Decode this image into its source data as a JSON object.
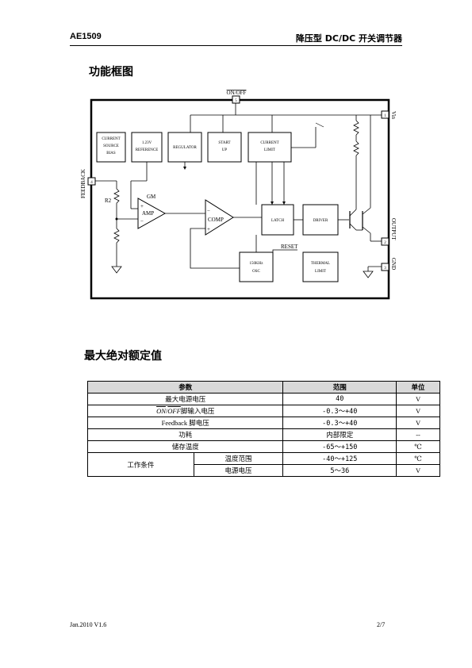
{
  "header": {
    "left": "AE1509",
    "right": "降压型 DC/DC 开关调节器"
  },
  "section1": {
    "title": "功能框图"
  },
  "diagram": {
    "pins": {
      "p1": "1",
      "p2": "2",
      "p3": "3",
      "p4": "4",
      "p5": "5"
    },
    "pin_labels": {
      "onoff": "ON/OFF",
      "vin": "Vin",
      "feedback": "FEEDBACK",
      "output": "OUTPUT",
      "gnd": "GND"
    },
    "blocks": {
      "current_source_bias": [
        "CURRENT",
        "SOURCE",
        "BIAS"
      ],
      "reference": [
        "1.23V",
        "REFERENCE"
      ],
      "regulator": [
        "REGULATOR"
      ],
      "start_up": [
        "START",
        "UP"
      ],
      "current_limit": [
        "CURRENT",
        "LIMIT"
      ],
      "latch": [
        "LATCH"
      ],
      "driver": [
        "DRIVER"
      ],
      "osc": [
        "150KHz",
        "OSC"
      ],
      "thermal_limit": [
        "THERMAL",
        "LIMIT"
      ]
    },
    "labels": {
      "r2": "R2",
      "gm": "GM",
      "amp": "AMP",
      "comp": "COMP",
      "reset": "RESET",
      "plus": "+",
      "minus": "−"
    }
  },
  "section2": {
    "title": "最大绝对额定值"
  },
  "table": {
    "headers": [
      "参数",
      "范围",
      "单位"
    ],
    "rows": [
      {
        "param": "最大电源电压",
        "range": "40",
        "unit": "V"
      },
      {
        "param_on": "ON",
        "param_sep": "/",
        "param_off": "OFF",
        "param_tail": "脚输入电压",
        "range": "-0.3～+40",
        "unit": "V"
      },
      {
        "param": "Feedback 脚电压",
        "range": "-0.3～+40",
        "unit": "V"
      },
      {
        "param": "功耗",
        "range": "内部限定",
        "unit": "--"
      },
      {
        "param": "储存温度",
        "range": "-65～+150",
        "unit": "℃"
      }
    ],
    "group": {
      "label": "工作条件",
      "rows": [
        {
          "sub": "温度范围",
          "range": "-40～+125",
          "unit": "℃"
        },
        {
          "sub": "电源电压",
          "range": "5～36",
          "unit": "V"
        }
      ]
    }
  },
  "footer": {
    "left": "Jan.2010    V1.6",
    "right": "2/7"
  }
}
